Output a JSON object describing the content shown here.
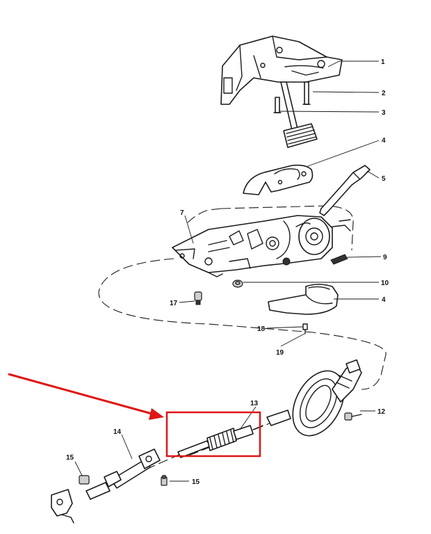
{
  "callouts": [
    {
      "num": "1"
    },
    {
      "num": "2"
    },
    {
      "num": "3"
    },
    {
      "num": "4"
    },
    {
      "num": "5"
    },
    {
      "num": "7"
    },
    {
      "num": "9"
    },
    {
      "num": "10"
    },
    {
      "num": "4"
    },
    {
      "num": "17"
    },
    {
      "num": "18"
    },
    {
      "num": "19"
    },
    {
      "num": "12"
    },
    {
      "num": "13"
    },
    {
      "num": "14"
    },
    {
      "num": "15"
    },
    {
      "num": "15"
    }
  ],
  "highlight": {
    "color": "#e01515"
  },
  "arrow": {
    "color": "#e01515"
  }
}
